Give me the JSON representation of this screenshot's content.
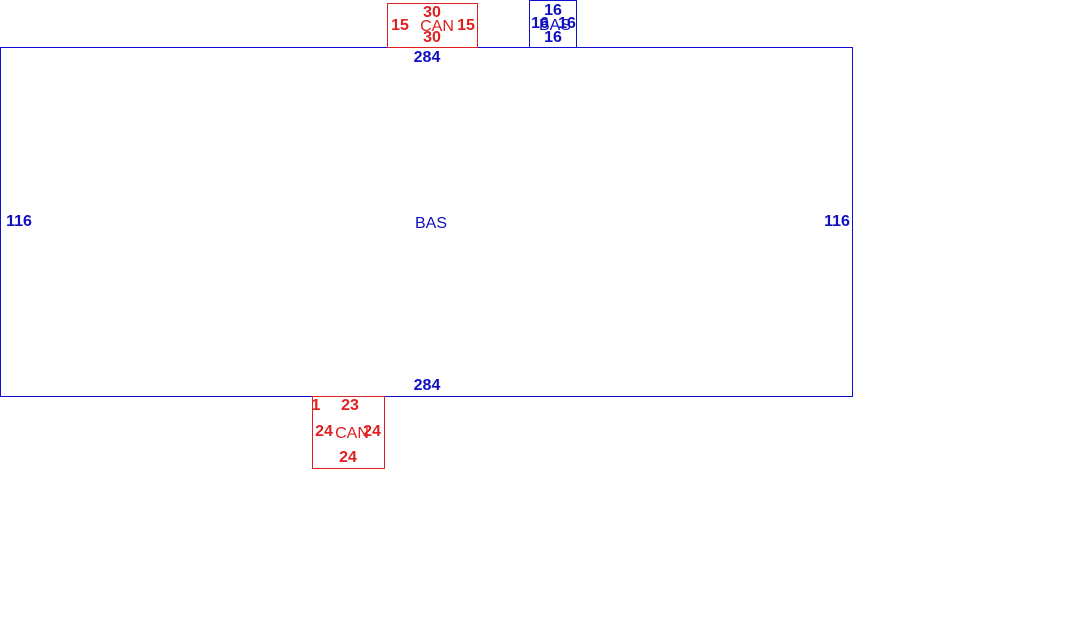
{
  "colors": {
    "bas": "#1010c0",
    "can": "#e02020"
  },
  "main_bas": {
    "name": "BAS",
    "top": "284",
    "bottom": "284",
    "left": "116",
    "right": "116"
  },
  "small_bas": {
    "name": "BAS",
    "top": "16",
    "bottom": "16",
    "left": "16",
    "right": "16"
  },
  "can_top": {
    "name": "CAN",
    "top": "30",
    "bottom": "30",
    "left": "15",
    "right": "15"
  },
  "can_bottom": {
    "name": "CAN",
    "top": "23",
    "top_extra": "1",
    "bottom": "24",
    "left": "24",
    "right": "24"
  }
}
